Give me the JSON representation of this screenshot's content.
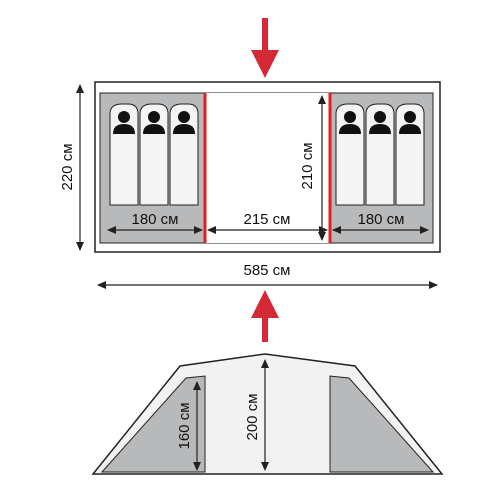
{
  "plan": {
    "total_depth_label": "220 см",
    "total_width_label": "585 см",
    "left_room_label": "180 см",
    "middle_room_label": "215 см",
    "right_room_label": "180 см",
    "room_depth_label": "210 см"
  },
  "profile": {
    "center_height_label": "200 см",
    "side_height_label": "160 см"
  },
  "colors": {
    "arrow": "#d42a36",
    "divider": "#e02020",
    "floor": "#b8b9bb",
    "outline": "#222222",
    "tent_body": "#f2f2f2"
  }
}
